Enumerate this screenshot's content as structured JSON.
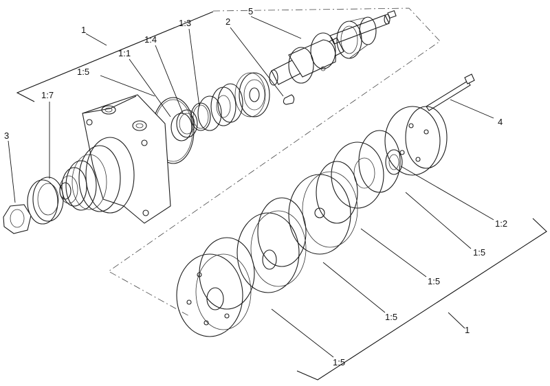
{
  "callouts": {
    "top_assembly": "1",
    "bottom_assembly": "1",
    "key": "2",
    "nut": "3",
    "bolt": "4",
    "housing": "5",
    "oring_a": "1:5",
    "seal_b": "1:1",
    "seal_c": "1:4",
    "ring_d": "1:3",
    "seal_e": "1:7",
    "seal_f": "1:2",
    "plate_a": "1:5",
    "plate_b": "1:5",
    "plate_c": "1:5",
    "plate_d": "1:5"
  }
}
